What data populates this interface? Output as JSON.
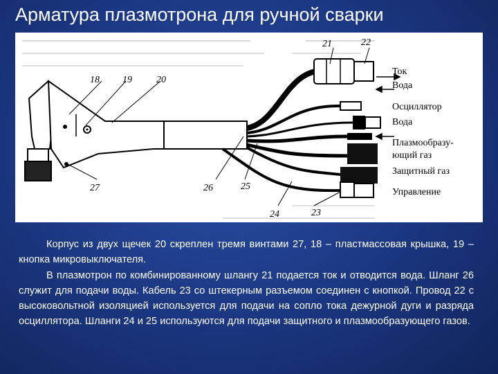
{
  "slide": {
    "title": "Арматура плазмотрона для ручной сварки"
  },
  "figure": {
    "numbers": {
      "n18": "18",
      "n19": "19",
      "n20": "20",
      "n21": "21",
      "n22": "22",
      "n23": "23",
      "n24": "24",
      "n25": "25",
      "n26": "26",
      "n27": "27"
    },
    "side_labels": {
      "tok": "Ток",
      "voda_out": "Вода",
      "oscillator": "Осциллятор",
      "voda_in": "Вода",
      "plasma_gas_1": "Плазмообразу-",
      "plasma_gas_2": "ющий газ",
      "shield_gas": "Защитный газ",
      "control": "Управление"
    }
  },
  "body": {
    "paragraph1": "Корпус из двух щечек 20 скреплен тремя винтами 27, 18 – пластмассовая крышка, 19 – кнопка микровыключателя.",
    "paragraph2": "В плазмотрон по комбинированному шлангу 21 подается ток и отводится вода. Шланг 26 служит для подачи воды. Кабель 23 со штекерным разъемом соединен с кнопкой. Провод 22 с высоковольтной изоляцией используется для подачи на сопло тока дежурной дуги и разряда осциллятора. Шланги 24 и 25 используются для подачи защитного и плазмообразующего газов."
  },
  "colors": {
    "background": "#1b3680",
    "text": "#ffffff",
    "figure_bg": "#ffffff"
  }
}
